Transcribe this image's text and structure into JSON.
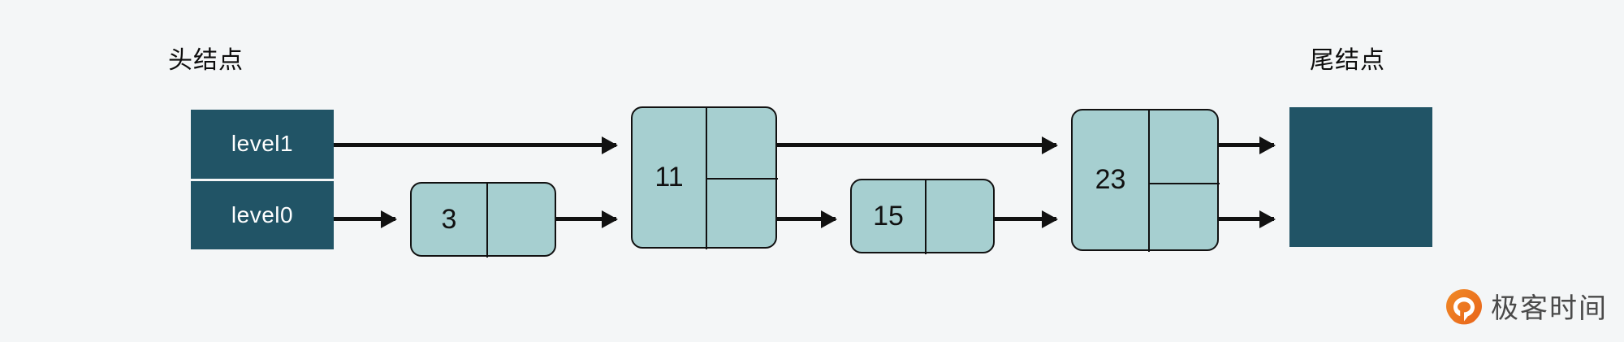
{
  "diagram": {
    "title_head": "头结点",
    "title_tail": "尾结点",
    "background_color": "#f4f6f7",
    "sentinel_color": "#215466",
    "node_color": "#a6cfd0",
    "stroke_color": "#111111"
  },
  "head": {
    "levels": [
      {
        "label": "level1"
      },
      {
        "label": "level0"
      }
    ]
  },
  "tail": {
    "label": ""
  },
  "nodes": [
    {
      "key": "3",
      "levels": 1
    },
    {
      "key": "11",
      "levels": 2
    },
    {
      "key": "15",
      "levels": 1
    },
    {
      "key": "23",
      "levels": 2
    }
  ],
  "logo": {
    "text": "极客时间",
    "mark": "geektime-pin-icon",
    "mark_color": "#ef7820",
    "text_color": "#4a4a4a"
  }
}
